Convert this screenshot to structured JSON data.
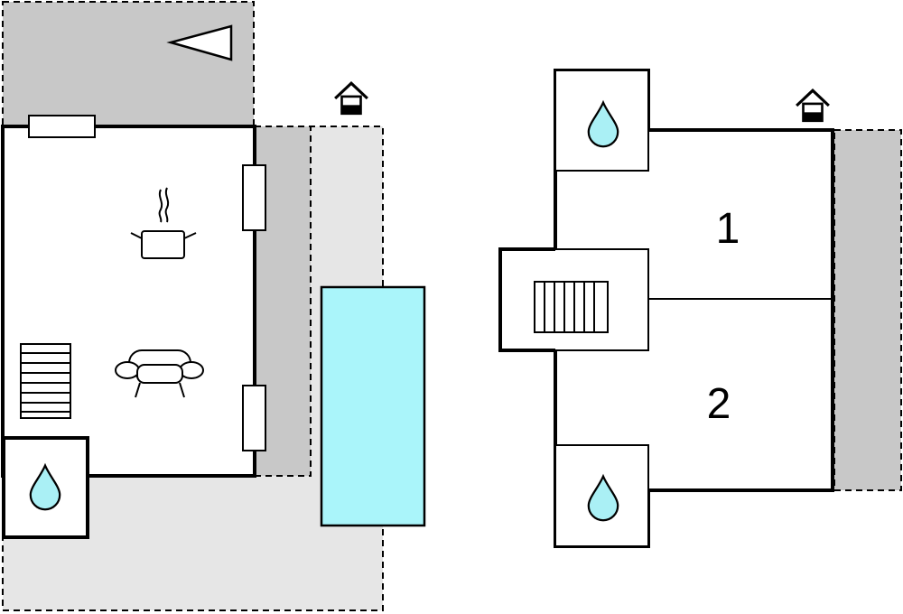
{
  "colors": {
    "wall": "#000000",
    "background": "#ffffff",
    "terrace": "#c8c8c8",
    "outdoor_area": "#e6e6e6",
    "pool": "#aaf5fa",
    "water_drop": "#aaf0f5"
  },
  "ground_floor": {
    "icons": [
      "compass-icon",
      "house-entrance-icon",
      "kitchen-pot-icon",
      "sofa-icon",
      "stairs-icon",
      "bathroom-water-drop-icon"
    ],
    "pool": "swimming-pool"
  },
  "upper_floor": {
    "rooms": [
      {
        "label": "1"
      },
      {
        "label": "2"
      }
    ],
    "icons": [
      "house-entrance-icon",
      "stairs-icon",
      "bathroom-water-drop-icon",
      "bathroom-water-drop-icon"
    ]
  }
}
